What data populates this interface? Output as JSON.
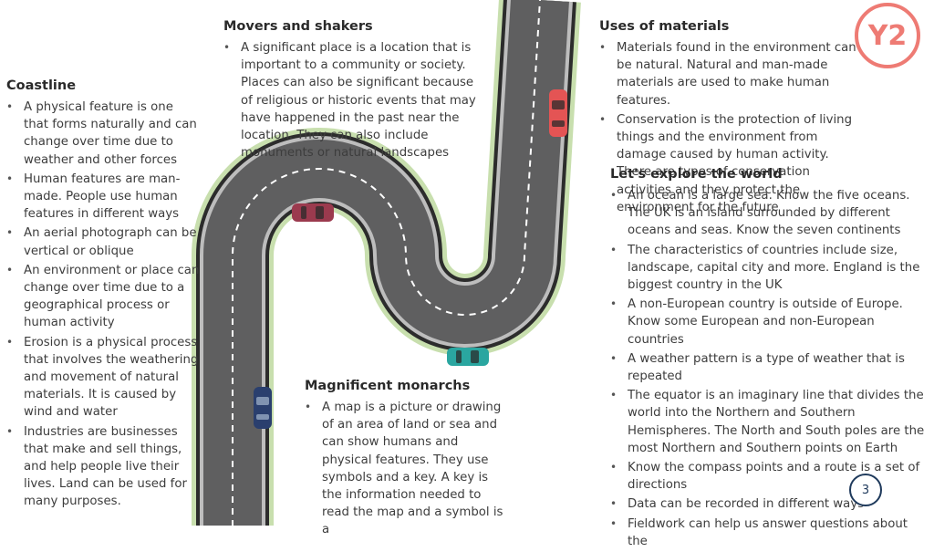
{
  "badge": {
    "grade": "Y2",
    "accent": "#ee7b74"
  },
  "page_number": "3",
  "road_colors": {
    "verge": "#c8dfae",
    "edge": "#2c2c2c",
    "asphalt": "#5f5f60",
    "curb": "#bdbdbd"
  },
  "cars": [
    {
      "name": "red-car",
      "color": "#e45454"
    },
    {
      "name": "maroon-car",
      "color": "#9b3a4e"
    },
    {
      "name": "teal-car",
      "color": "#2aa6a0"
    },
    {
      "name": "navy-car",
      "color": "#2a3f6e"
    }
  ],
  "sections": {
    "coastline": {
      "title": "Coastline",
      "items": [
        "A physical feature is one that forms naturally and can change over time due to weather and other forces",
        "Human features are man-made. People use human features in different ways",
        "An aerial photograph can be vertical or oblique",
        "An environment or place can change over time due to a geographical process or human activity",
        "Erosion is a physical process that involves the weathering and movement of natural materials. It is caused by wind and water",
        "Industries are businesses that make and sell things, and help people live their lives. Land can be used for many purposes."
      ]
    },
    "movers": {
      "title": "Movers and shakers",
      "items": [
        "A significant place is a location that is important to a community or society. Places can also be significant because of religious or historic events that may have happened in the past near the location. They can also include monuments or natural landscapes"
      ]
    },
    "monarchs": {
      "title": "Magnificent monarchs",
      "items": [
        "A map is a picture or drawing of an area of land or sea and can show humans and physical features. They use symbols and a key. A key is the information needed to read the map and a symbol is a"
      ]
    },
    "materials": {
      "title": "Uses of materials",
      "items": [
        "Materials found in the environment can be natural. Natural and man-made materials are used to make human features.",
        "Conservation is the protection of living things and the environment from damage caused by human activity. There are types of conservation activities and they protect the environment for the future"
      ]
    },
    "explore": {
      "title": "Let's explore the world",
      "items": [
        "An ocean is a large sea. Know the five oceans. The UK is an island surrounded by different oceans and seas. Know the seven continents",
        "The characteristics of countries include size, landscape, capital city and more. England is the biggest country in the UK",
        "A non-European country is outside of Europe. Know some European and non-European countries",
        "A weather pattern is a type of weather that is repeated",
        "The equator is an imaginary line that divides the world into the Northern and Southern Hemispheres. The North and South poles are the most Northern and Southern points on Earth",
        "Know the compass points and a route is a set of directions",
        "Data can be recorded in different ways",
        "Fieldwork can help us answer questions about the"
      ]
    }
  }
}
